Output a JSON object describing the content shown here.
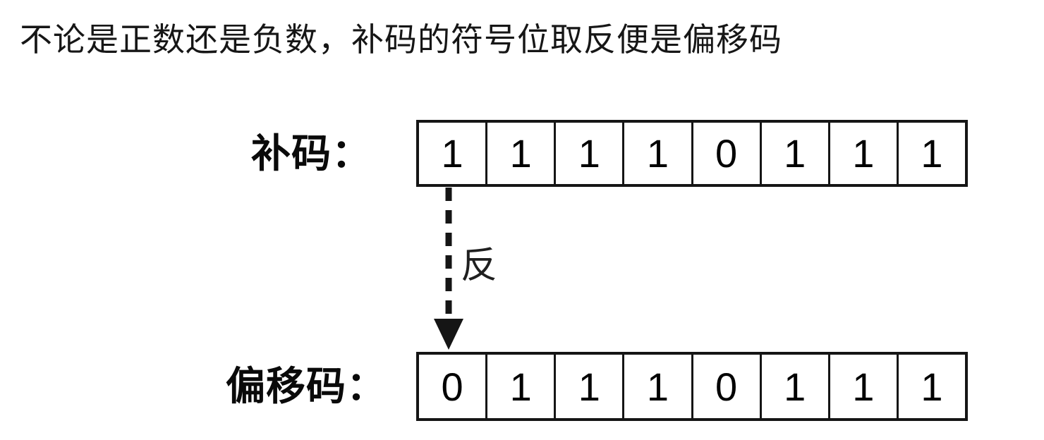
{
  "title": "不论是正数还是负数，补码的符号位取反便是偏移码",
  "diagram": {
    "complement": {
      "label": "补码：",
      "bits": [
        "1",
        "1",
        "1",
        "1",
        "0",
        "1",
        "1",
        "1"
      ]
    },
    "offset": {
      "label": "偏移码：",
      "bits": [
        "0",
        "1",
        "1",
        "1",
        "0",
        "1",
        "1",
        "1"
      ]
    },
    "arrow_label": "反"
  },
  "colors": {
    "background": "#ffffff",
    "text": "#0a0a0a",
    "border": "#151515"
  }
}
